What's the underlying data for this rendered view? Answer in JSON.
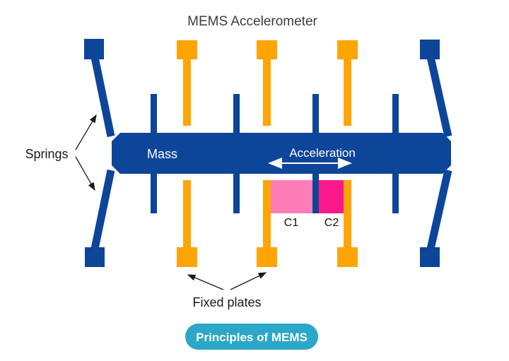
{
  "colors": {
    "blue": "#0d4599",
    "orange": "#ffa405",
    "pink_light": "#fc7db8",
    "pink_dark": "#fb188d",
    "teal": "#2ba7c8",
    "text_dark": "#3c3c3b",
    "arrow_dark": "#1a1a1a",
    "white": "#ffffff"
  },
  "diagram": {
    "title": "MEMS Accelerometer",
    "mass": {
      "label": "Mass"
    },
    "acceleration": {
      "label": "Acceleration"
    },
    "springs": {
      "label": "Springs"
    },
    "fixed_plates": {
      "label": "Fixed plates"
    },
    "capacitors": {
      "c1": "C1",
      "c2": "C2"
    },
    "badge": {
      "label": "Principles of MEMS"
    }
  }
}
